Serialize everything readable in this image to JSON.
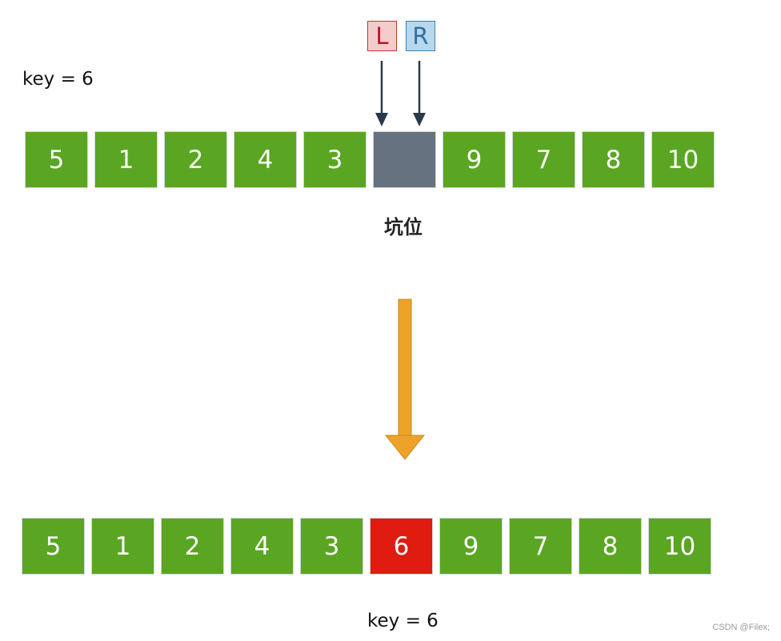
{
  "key_label_top": "key = 6",
  "key_label_bottom": "key = 6",
  "pointers": {
    "left": "L",
    "right": "R"
  },
  "pit_label": "坑位",
  "top_row": [
    "5",
    "1",
    "2",
    "4",
    "3",
    "",
    "9",
    "7",
    "8",
    "10"
  ],
  "bottom_row": [
    "5",
    "1",
    "2",
    "4",
    "3",
    "6",
    "9",
    "7",
    "8",
    "10"
  ],
  "watermark": "CSDN @Filex;",
  "colors": {
    "cell": "#5aa623",
    "pit": "#66727f",
    "key_cell": "#e01b10",
    "transition_arrow": "#eda328",
    "pointer_arrow": "#2b3a4a",
    "pointer_l_fill": "#f4cccc",
    "pointer_r_fill": "#b7d7ea"
  }
}
